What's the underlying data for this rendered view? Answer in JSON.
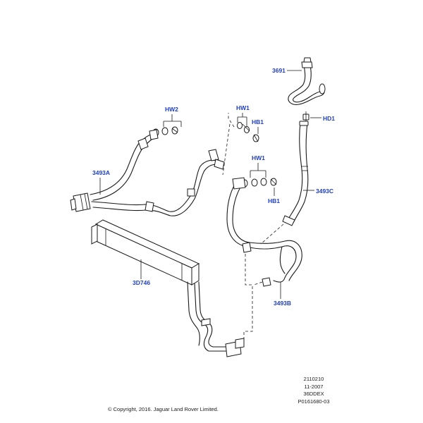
{
  "callouts": {
    "c3691": "3691",
    "hw2": "HW2",
    "hw1_top": "HW1",
    "hb1_top": "HB1",
    "hd1": "HD1",
    "c3493a": "3493A",
    "hw1_mid": "HW1",
    "c3493c": "3493C",
    "hb1_mid": "HB1",
    "c3d746": "3D746",
    "c3493b": "3493B"
  },
  "info": {
    "line1": "2110210",
    "line2": "11-2007",
    "line3": "36DDEX",
    "line4": "P0161680-03"
  },
  "copyright": "© Copyright, 2016. Jaguar Land Rover Limited."
}
